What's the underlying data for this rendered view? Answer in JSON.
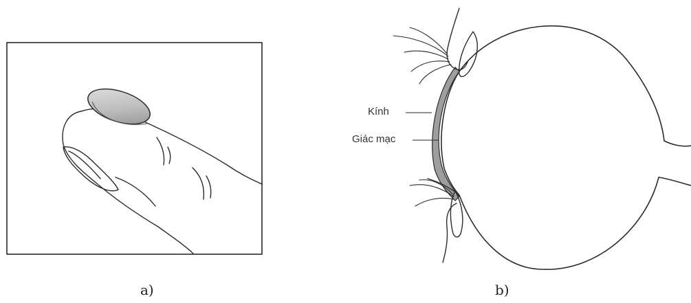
{
  "figure_a": {
    "caption": "a)",
    "icons": [
      "finger-illustration",
      "contact-lens-illustration"
    ]
  },
  "figure_b": {
    "caption": "b)",
    "labels": {
      "lens": "Kính",
      "cornea": "Giác mạc"
    },
    "icons": [
      "eyeball-illustration",
      "eyelid-illustration",
      "eyelash-illustration"
    ]
  },
  "colors": {
    "line": "#2a2a2a",
    "lens_fill": "#9a9a9a",
    "lens_highlight": "#d9d9d9",
    "background": "#ffffff"
  }
}
